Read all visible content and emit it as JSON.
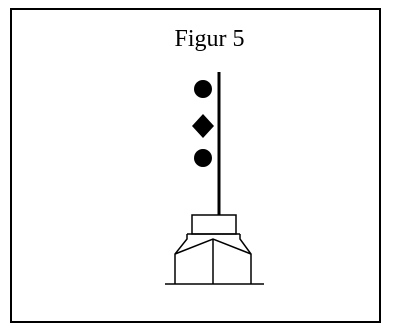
{
  "figure": {
    "title": "Figur 5",
    "signals": [
      {
        "shape": "ball",
        "icon": "ball-shape-icon"
      },
      {
        "shape": "diamond",
        "icon": "diamond-shape-icon"
      },
      {
        "shape": "ball",
        "icon": "ball-shape-icon"
      }
    ],
    "vessel_icon": "vessel-icon",
    "mast_icon": "mast-icon",
    "colors": {
      "ink": "#000000",
      "background": "#ffffff"
    }
  }
}
